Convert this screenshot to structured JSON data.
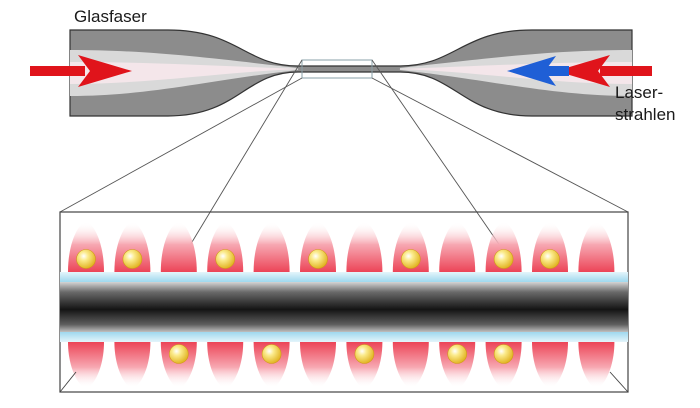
{
  "labels": {
    "fiber": "Glasfaser",
    "laser_line1": "Laser-",
    "laser_line2": "strahlen"
  },
  "colors": {
    "fiber_gray": "#8c8c8c",
    "fiber_light": "#f1e4e8",
    "laser_red": "#e0141b",
    "laser_blue": "#1f5fd6",
    "lattice_red": "#ee4a5a",
    "atom_yellow": "#f3d84a",
    "cladding_blue": "#aee0f2"
  },
  "lattice": {
    "lobe_count": 12,
    "top_atoms": [
      0,
      1,
      3,
      5,
      7,
      9,
      10
    ],
    "bottom_atoms": [
      2,
      4,
      6,
      8,
      9
    ]
  }
}
